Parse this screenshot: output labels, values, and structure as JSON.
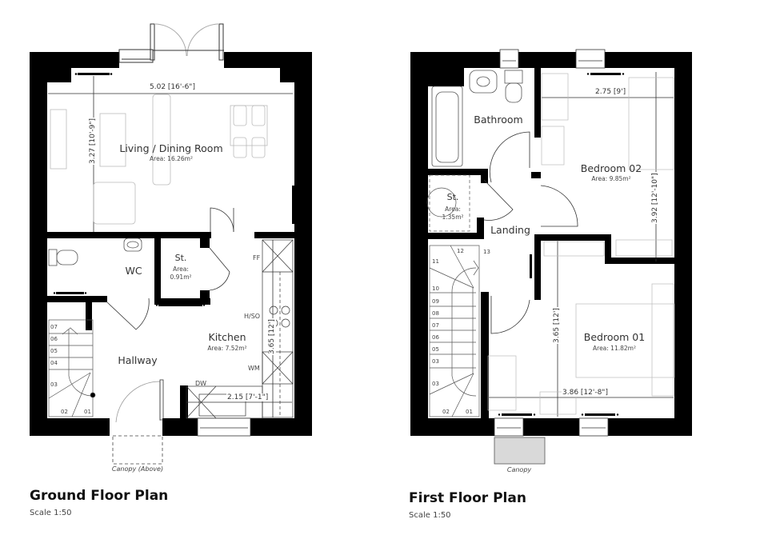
{
  "ground_floor": {
    "title": "Ground Floor Plan",
    "scale": "Scale 1:50",
    "rooms": {
      "living": {
        "name": "Living / Dining Room",
        "area": "Area: 16.26m²"
      },
      "wc": {
        "name": "WC"
      },
      "store": {
        "name": "St.",
        "area_label": "Area:",
        "area": "0.91m²"
      },
      "kitchen": {
        "name": "Kitchen",
        "area": "Area: 7.52m²"
      },
      "hallway": {
        "name": "Hallway"
      }
    },
    "dimensions": {
      "living_width": "5.02 [16'-6\"]",
      "living_depth": "3.27 [10'-9\"]",
      "kitchen_depth": "3.65 [12']",
      "kitchen_width": "2.15 [7'-1\"]"
    },
    "appliances": {
      "ff": "FF",
      "hso": "H/SO",
      "wm": "WM",
      "dw": "DW"
    },
    "stairs": [
      "07",
      "06",
      "05",
      "04",
      "03",
      "02",
      "01"
    ],
    "canopy": "Canopy (Above)"
  },
  "first_floor": {
    "title": "First Floor Plan",
    "scale": "Scale 1:50",
    "rooms": {
      "bathroom": {
        "name": "Bathroom"
      },
      "bedroom2": {
        "name": "Bedroom 02",
        "area": "Area: 9.85m²"
      },
      "store": {
        "name": "St.",
        "area_label": "Area:",
        "area": "1.35m²"
      },
      "landing": {
        "name": "Landing"
      },
      "bedroom1": {
        "name": "Bedroom 01",
        "area": "Area: 11.82m²"
      }
    },
    "dimensions": {
      "bed2_width": "2.75 [9']",
      "bed2_depth": "3.92 [12'-10\"]",
      "bed1_depth": "3.65 [12']",
      "bed1_width": "3.86 [12'-8\"]"
    },
    "stairs": [
      "13",
      "12",
      "11",
      "10",
      "09",
      "08",
      "07",
      "06",
      "05",
      "03",
      "03",
      "02",
      "01"
    ],
    "canopy": "Canopy"
  },
  "colors": {
    "wall": "#000000",
    "fixture": "#555555",
    "furniture": "#bbbbbb",
    "canopy_fill": "#d9d9d9"
  }
}
